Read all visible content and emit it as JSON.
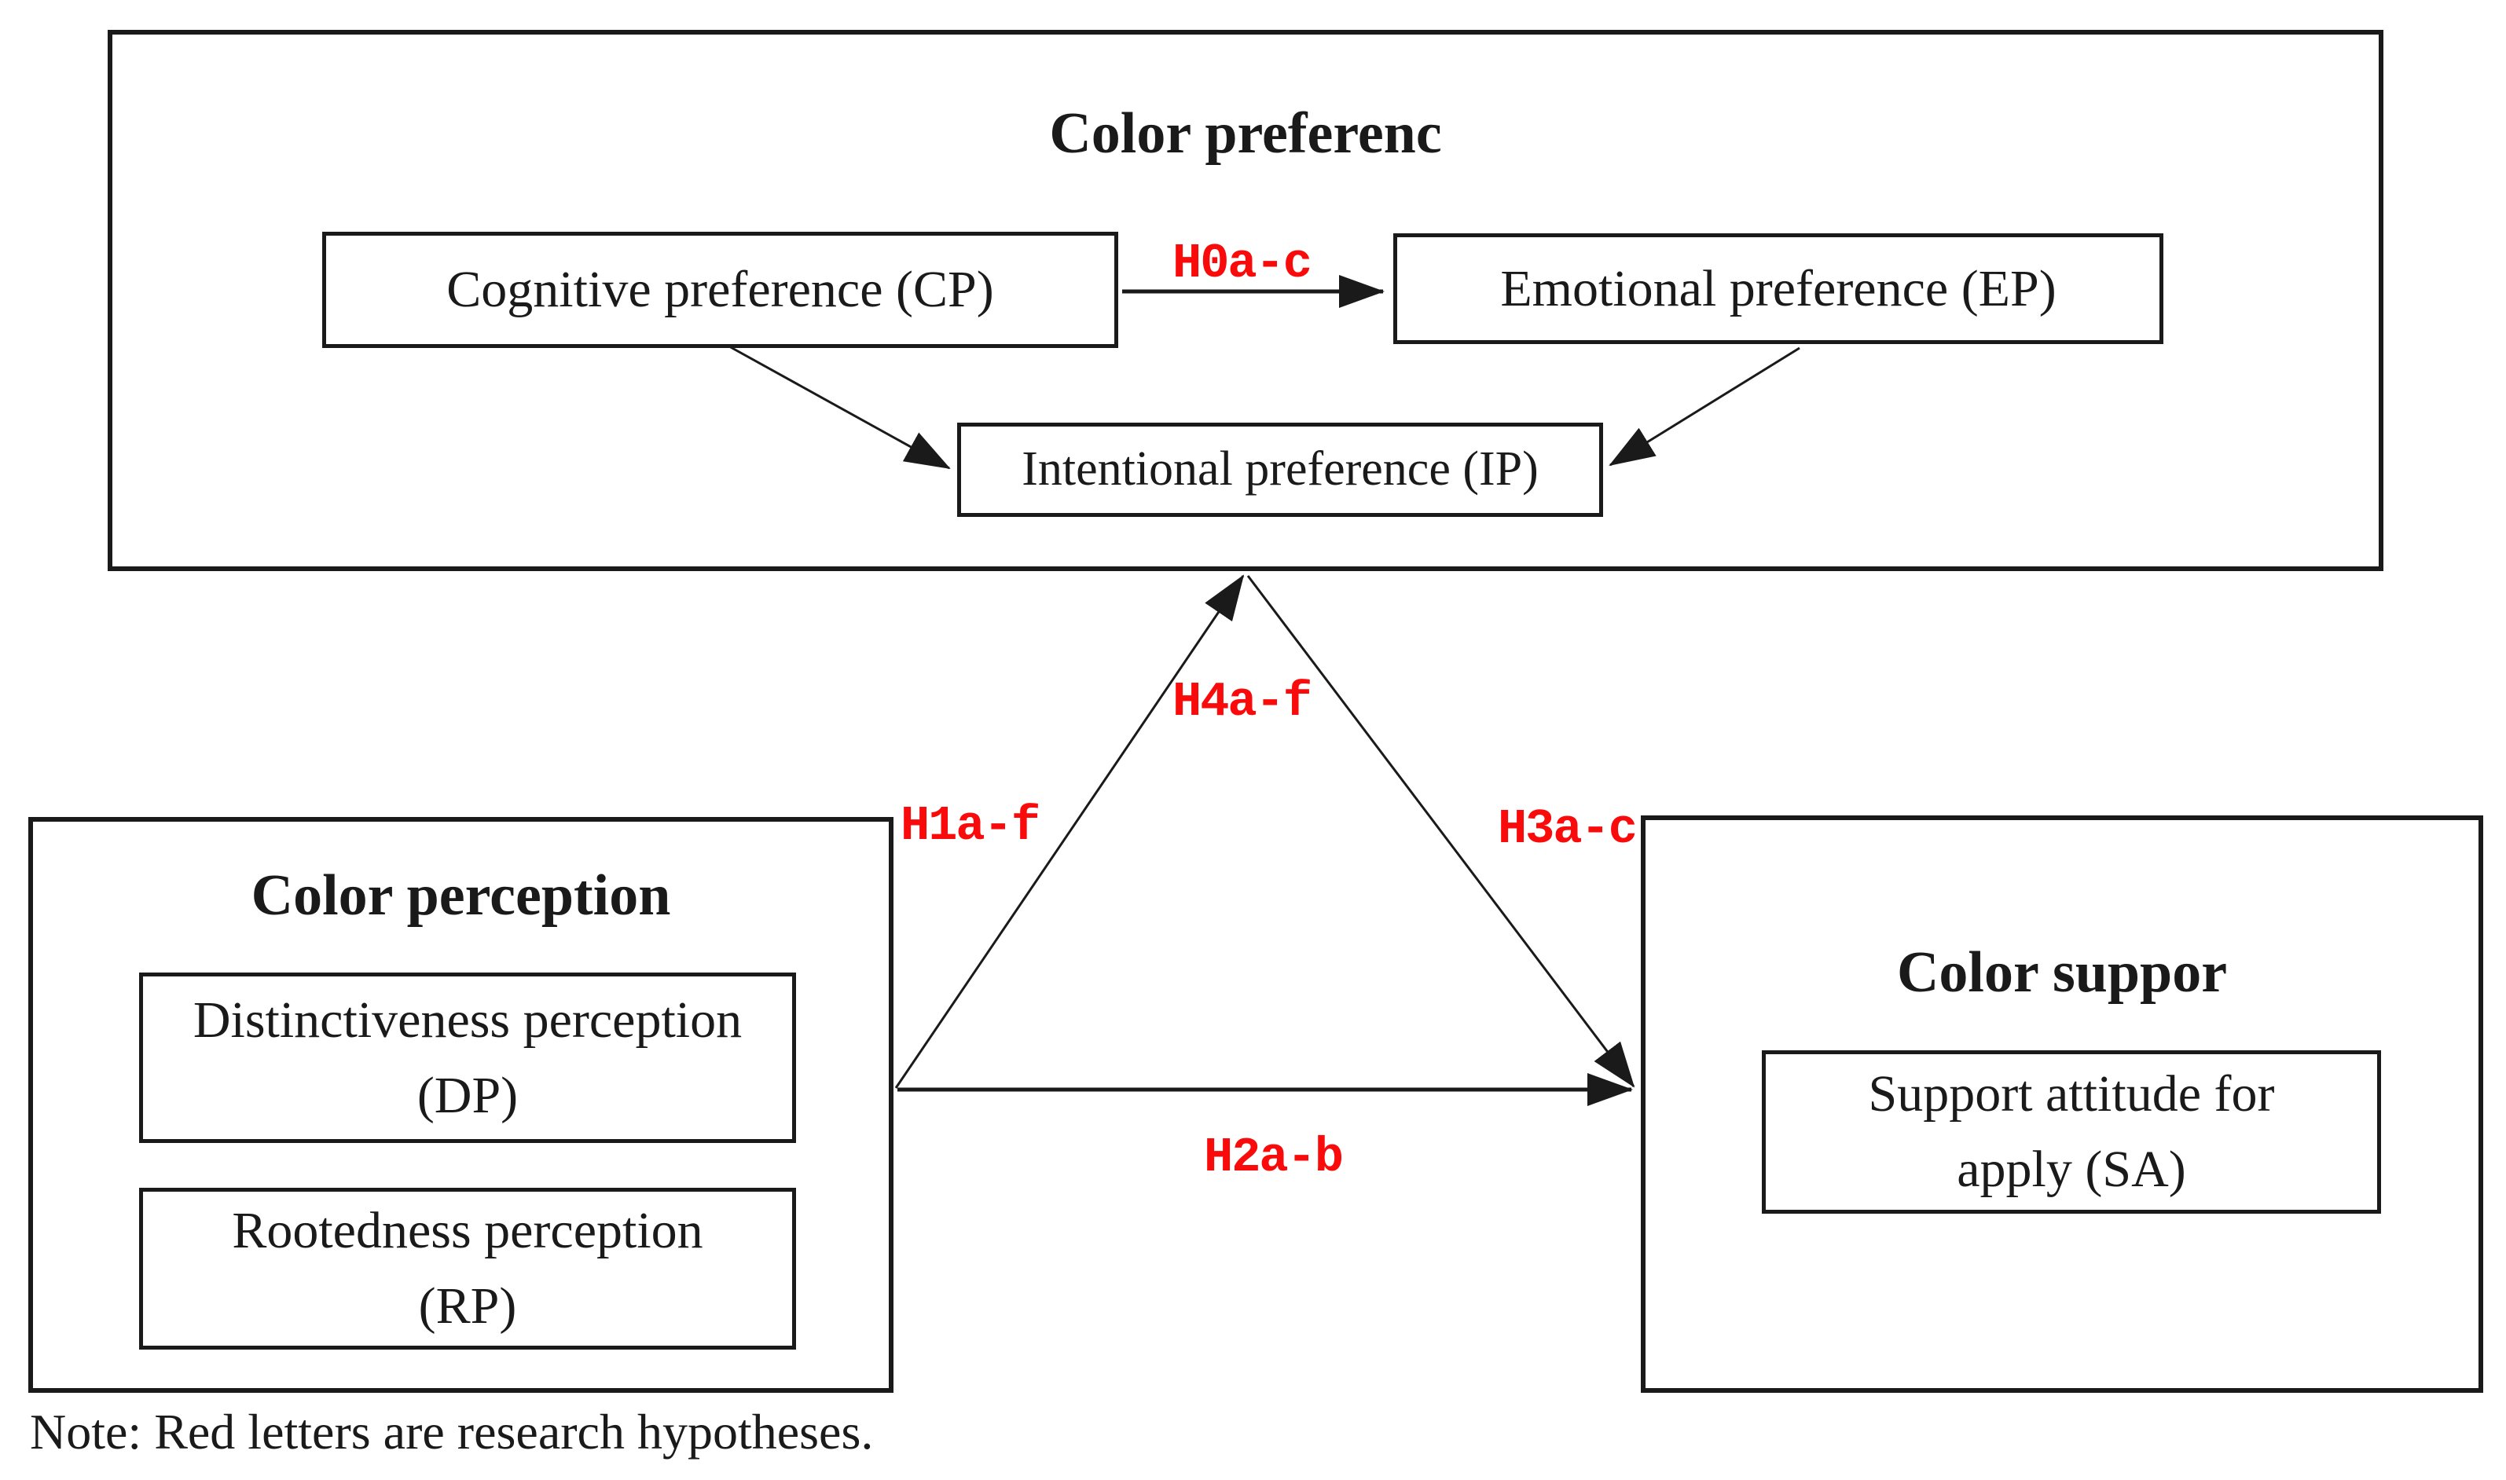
{
  "colors": {
    "hypothesis_red": "#f90b0b",
    "line_black": "#1a1a1a"
  },
  "preference_section": {
    "title": "Color preferenc",
    "boxes": {
      "cp": "Cognitive preference (CP)",
      "ep": "Emotional preference (EP)",
      "ip": "Intentional preference (IP)"
    }
  },
  "perception_section": {
    "title": "Color perception",
    "boxes": {
      "dp": "Distinctiveness perception\n(DP)",
      "rp": "Rootedness perception\n(RP)"
    }
  },
  "support_section": {
    "title": "Color suppor",
    "boxes": {
      "sa": "Support attitude for\napply (SA)"
    }
  },
  "hypotheses": {
    "h0": "H0a-c",
    "h1": "H1a-f",
    "h2": "H2a-b",
    "h3": "H3a-c",
    "h4": "H4a-f"
  },
  "note": "Note: Red letters are research hypotheses."
}
